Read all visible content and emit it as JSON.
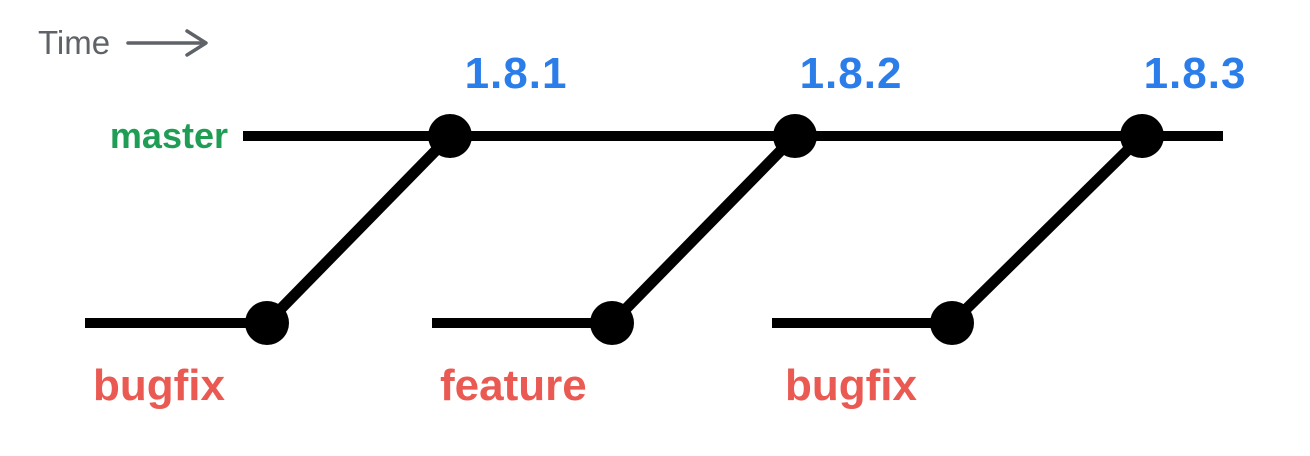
{
  "diagram": {
    "time_axis": {
      "label": "Time"
    },
    "master": {
      "label": "master"
    },
    "tags": [
      {
        "label": "1.8.1"
      },
      {
        "label": "1.8.2"
      },
      {
        "label": "1.8.3"
      }
    ],
    "branches": [
      {
        "label": "bugfix"
      },
      {
        "label": "feature"
      },
      {
        "label": "bugfix"
      }
    ],
    "colors": {
      "tag_blue": "#2b7de9",
      "master_green": "#1f9d55",
      "branch_red": "#ea5a52",
      "line_black": "#000000",
      "time_gray": "#5f6368"
    }
  }
}
